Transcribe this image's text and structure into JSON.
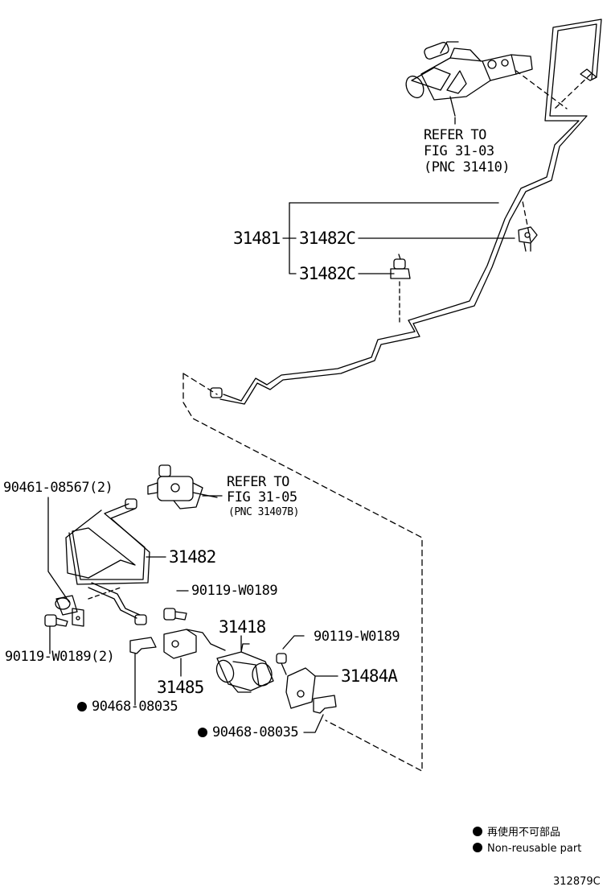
{
  "labels": {
    "refer_top_1": "REFER TO",
    "refer_top_2": "FIG 31-03",
    "refer_top_3": "(PNC 31410)",
    "p31481": "31481",
    "p31482C_a": "31482C",
    "p31482C_b": "31482C",
    "refer_mid_1": "REFER TO",
    "refer_mid_2": "FIG 31-05",
    "refer_mid_3": "(PNC 31407B)",
    "p90461": "90461-08567(2)",
    "p31482": "31482",
    "p90119_a": "90119-W0189",
    "p31418": "31418",
    "p90119_b": "90119-W0189",
    "p90119_c": "90119-W0189(2)",
    "p31485": "31485",
    "p31484A": "31484A",
    "p90468_a": "90468-08035",
    "p90468_b": "90468-08035"
  },
  "legend": {
    "jp": "再使用不可部品",
    "en": "Non-reusable part"
  },
  "figure_id": "312879C"
}
